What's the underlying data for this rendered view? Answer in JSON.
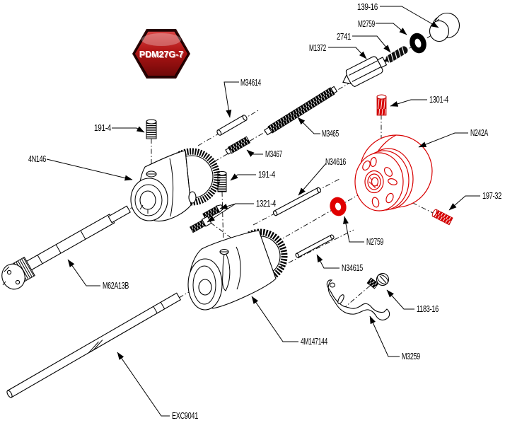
{
  "badge": {
    "text": "PDM27G-7"
  },
  "diagram": {
    "part_labels": {
      "p139_16": "139-16",
      "m2759": "M2759",
      "s2741": "2741",
      "m1372": "M1372",
      "m34614": "M34614",
      "s191_4_top": "191-4",
      "p4n146": "4N146",
      "m3465": "M3465",
      "m3467": "M3467",
      "n34616": "N34616",
      "s191_4_mid": "191-4",
      "s1321_4": "1321-4",
      "s1301_4": "1301-4",
      "n242a": "N242A",
      "s197_32": "197-32",
      "n2759": "N2759",
      "n34615": "N34615",
      "m62a13b": "M62A13B",
      "p4m147144": "4M147144",
      "s1183_16": "1183-16",
      "m3259": "M3259",
      "exc9041": "EXC9041"
    },
    "colors": {
      "line": "#000000",
      "highlight_red": "#d80000",
      "badge_red_top": "#c93434",
      "badge_red_bottom": "#6f0808",
      "label_text": "#000000"
    }
  }
}
